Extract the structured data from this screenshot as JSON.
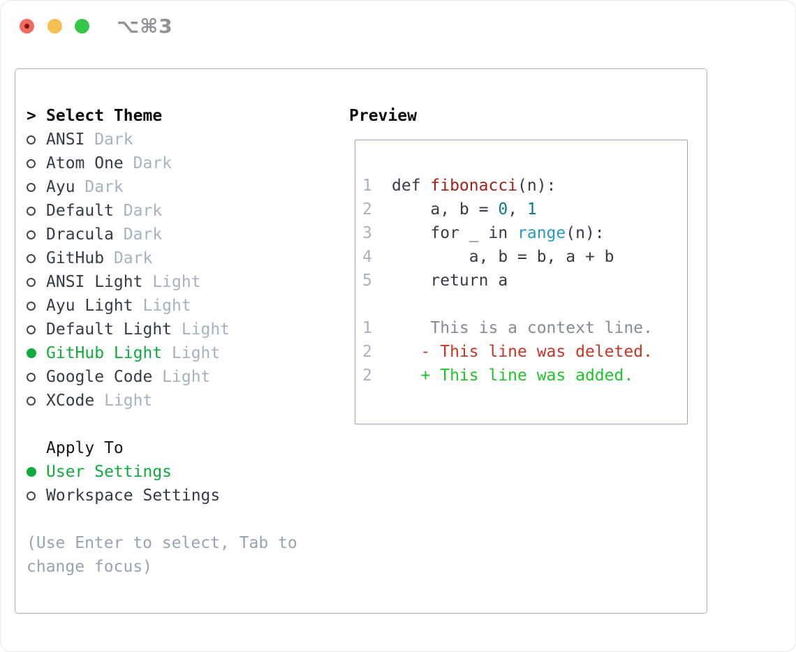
{
  "window": {
    "shortcut_label": "⌥⌘3"
  },
  "colors": {
    "selection_green": "#10ab3d",
    "added_green": "#1ec427",
    "deleted_red": "#c93425",
    "function_red": "#a31f17",
    "number_teal": "#0e7b84",
    "builtin_blue": "#2798cd",
    "muted_gray": "#a7b1bf",
    "context_gray": "#868c95",
    "panel_border": "#a8b1bc",
    "traffic_red": "#ee6a5f",
    "traffic_yellow": "#f5bf4f",
    "traffic_green": "#34c748"
  },
  "theme_picker": {
    "header_prefix": ">",
    "header": "Select Theme",
    "items": [
      {
        "name": "ANSI",
        "variant": "Dark",
        "selected": false
      },
      {
        "name": "Atom One",
        "variant": "Dark",
        "selected": false
      },
      {
        "name": "Ayu",
        "variant": "Dark",
        "selected": false
      },
      {
        "name": "Default",
        "variant": "Dark",
        "selected": false
      },
      {
        "name": "Dracula",
        "variant": "Dark",
        "selected": false
      },
      {
        "name": "GitHub",
        "variant": "Dark",
        "selected": false
      },
      {
        "name": "ANSI Light",
        "variant": "Light",
        "selected": false
      },
      {
        "name": "Ayu Light",
        "variant": "Light",
        "selected": false
      },
      {
        "name": "Default Light",
        "variant": "Light",
        "selected": false
      },
      {
        "name": "GitHub Light",
        "variant": "Light",
        "selected": true
      },
      {
        "name": "Google Code",
        "variant": "Light",
        "selected": false
      },
      {
        "name": "XCode",
        "variant": "Light",
        "selected": false
      }
    ],
    "apply_to": {
      "header": "Apply To",
      "options": [
        {
          "label": "User Settings",
          "selected": true
        },
        {
          "label": "Workspace Settings",
          "selected": false
        }
      ]
    },
    "hint_lines": [
      "(Use Enter to select, Tab to",
      "change focus)"
    ]
  },
  "preview": {
    "header": "Preview",
    "code_lines": [
      {
        "num": "1",
        "segments": [
          {
            "text": "def ",
            "style": "fg"
          },
          {
            "text": "fibonacci",
            "style": "function"
          },
          {
            "text": "(n):",
            "style": "fg"
          }
        ]
      },
      {
        "num": "2",
        "segments": [
          {
            "text": "    a, b = ",
            "style": "fg"
          },
          {
            "text": "0",
            "style": "number"
          },
          {
            "text": ", ",
            "style": "fg"
          },
          {
            "text": "1",
            "style": "number"
          }
        ]
      },
      {
        "num": "3",
        "segments": [
          {
            "text": "    for _ in ",
            "style": "fg"
          },
          {
            "text": "range",
            "style": "builtin"
          },
          {
            "text": "(n):",
            "style": "fg"
          }
        ]
      },
      {
        "num": "4",
        "segments": [
          {
            "text": "        a, b = b, a + b",
            "style": "fg"
          }
        ]
      },
      {
        "num": "5",
        "segments": [
          {
            "text": "    return a",
            "style": "fg"
          }
        ]
      }
    ],
    "diff_lines": [
      {
        "num": "1",
        "text": "    This is a context line.",
        "kind": "context"
      },
      {
        "num": "2",
        "text": "   - This line was deleted.",
        "kind": "deleted"
      },
      {
        "num": "2",
        "text": "   + This line was added.",
        "kind": "added"
      }
    ]
  }
}
